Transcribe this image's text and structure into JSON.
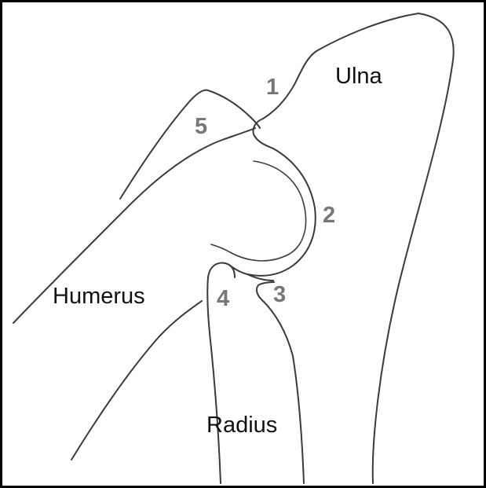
{
  "bones": {
    "ulna": "Ulna",
    "humerus": "Humerus",
    "radius": "Radius"
  },
  "markers": [
    "1",
    "2",
    "3",
    "4",
    "5"
  ],
  "colors": {
    "frame": "#000000",
    "background": "#ffffff",
    "outline": "#3a3a3a",
    "marker": "#777777"
  }
}
